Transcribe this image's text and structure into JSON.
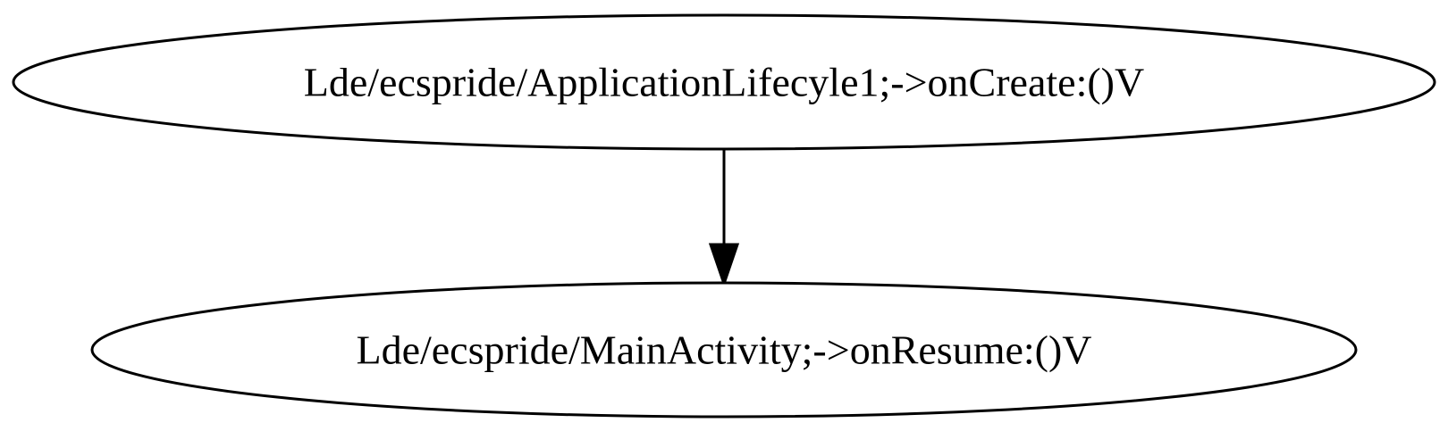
{
  "nodes": [
    {
      "id": "n1",
      "label": "Lde/ecspride/ApplicationLifecyle1;->onCreate:()V"
    },
    {
      "id": "n2",
      "label": "Lde/ecspride/MainActivity;->onResume:()V"
    }
  ],
  "edges": [
    {
      "from": "n1",
      "to": "n2"
    }
  ],
  "colors": {
    "stroke": "#000000",
    "background": "#ffffff"
  }
}
